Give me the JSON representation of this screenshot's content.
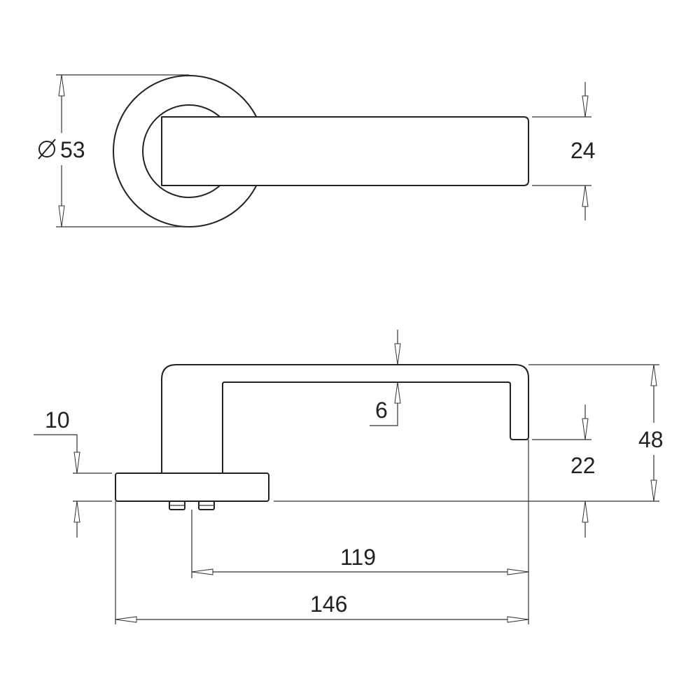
{
  "colors": {
    "line": "#222222",
    "background": "#ffffff"
  },
  "views": {
    "top": {
      "dimensions": {
        "rose_diameter": "53",
        "lever_width": "24"
      },
      "diameter_symbol": "diameter-icon"
    },
    "side": {
      "dimensions": {
        "rose_thickness": "10",
        "lever_wall": "6",
        "end_drop": "22",
        "overall_height": "48",
        "projection_from_screws": "119",
        "overall_projection": "146"
      }
    }
  }
}
